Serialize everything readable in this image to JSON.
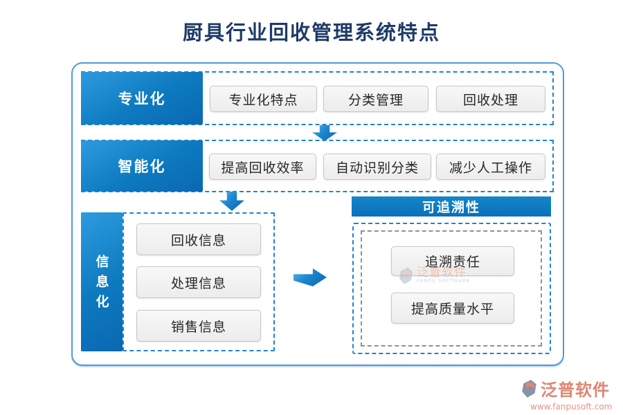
{
  "title": "厨具行业回收管理系统特点",
  "rows": [
    {
      "label": "专业化",
      "items": [
        "专业化特点",
        "分类管理",
        "回收处理"
      ]
    },
    {
      "label": "智能化",
      "items": [
        "提高回收效率",
        "自动识别分类",
        "减少人工操作"
      ]
    },
    {
      "label": "信息化",
      "items": [
        "回收信息",
        "处理信息",
        "销售信息"
      ]
    }
  ],
  "traceability": {
    "header": "可追溯性",
    "items": [
      "追溯责任",
      "提高质量水平"
    ]
  },
  "watermark": {
    "name": "泛普软件",
    "subtitle": "FANPU SOFTWARE"
  },
  "footer_logo": {
    "name": "泛普软件",
    "website": "www.fanpusoft.com"
  },
  "colors": {
    "accent_blue": "#0d7ac0",
    "dashed_border": "#1e82d2",
    "outer_border": "#4f9bd8",
    "title_text": "#1e3a68",
    "logo_salmon": "#dd8573"
  }
}
